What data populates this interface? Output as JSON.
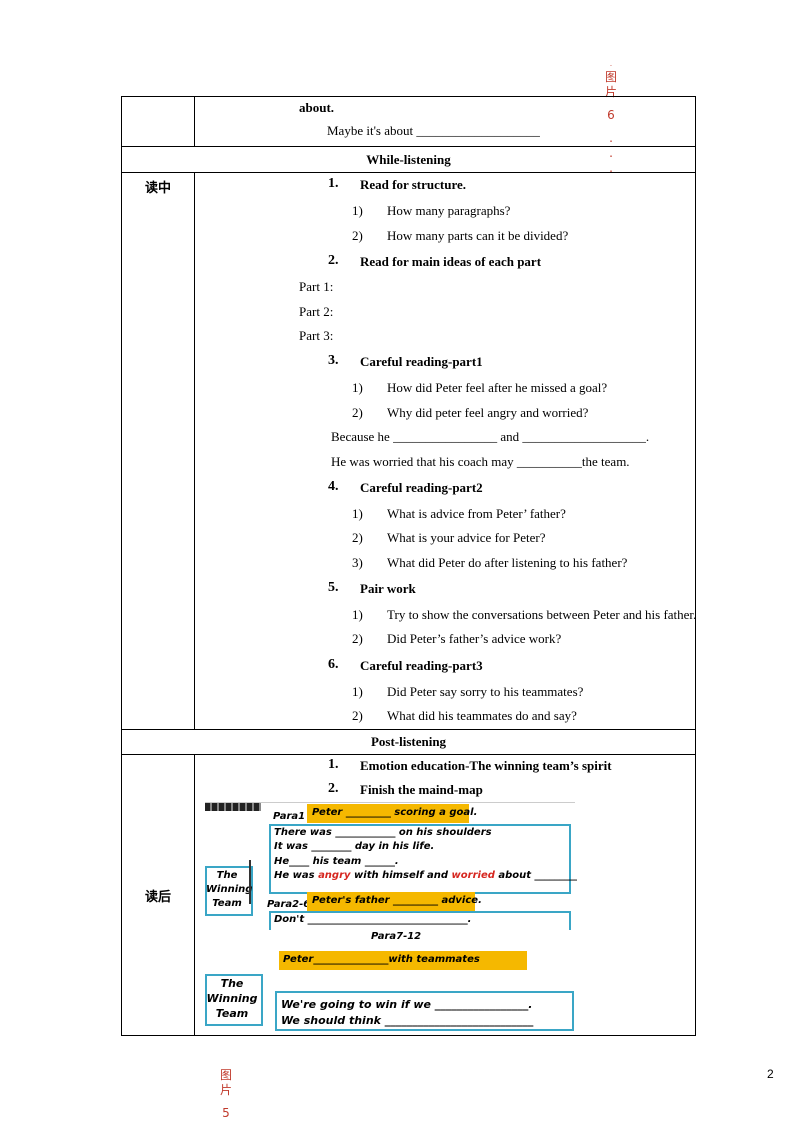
{
  "margin_notes": {
    "top_right": [
      "图",
      "片",
      "6",
      ".",
      ".",
      "."
    ],
    "bottom_left": [
      "图",
      "片",
      "5"
    ]
  },
  "page_number": "2",
  "rows": {
    "intro": {
      "line1": "about.",
      "line2": "Maybe it's about ___________________"
    },
    "while_header": "While-listening",
    "while_label": "读中",
    "while": {
      "s1_num": "1.",
      "s1_title": "Read  for structure.",
      "s1_q1_n": "1)",
      "s1_q1": "How many paragraphs?",
      "s1_q2_n": "2)",
      "s1_q2": "How many parts can it be divided?",
      "s2_num": "2.",
      "s2_title": "Read for main ideas of each part",
      "part1": "Part 1:",
      "part2": "Part 2:",
      "part3": "Part 3:",
      "s3_num": "3.",
      "s3_title": "Careful reading-part1",
      "s3_q1_n": "1)",
      "s3_q1": "How did Peter feel after he missed a goal?",
      "s3_q2_n": "2)",
      "s3_q2": "Why did peter feel angry and worried?",
      "because": "Because he ________________  and ___________________.",
      "worried": "He was worried that his coach may __________the team.",
      "s4_num": "4.",
      "s4_title": "Careful reading-part2",
      "s4_q1_n": "1)",
      "s4_q1": "What is advice from Peter’ father?",
      "s4_q2_n": "2)",
      "s4_q2": "What is your advice for Peter?",
      "s4_q3_n": "3)",
      "s4_q3": "What did Peter do after listening to his father?",
      "s5_num": "5.",
      "s5_title": "Pair work",
      "s5_q1_n": "1)",
      "s5_q1": "Try to show the conversations between Peter and his father.",
      "s5_q2_n": "2)",
      "s5_q2": "Did Peter’s father’s advice work?",
      "s6_num": "6.",
      "s6_title": "Careful reading-part3",
      "s6_q1_n": "1)",
      "s6_q1": "Did Peter say sorry to his teammates?",
      "s6_q2_n": "2)",
      "s6_q2": "What did his teammates do and say?"
    },
    "post_header": "Post-listening",
    "post_label": "读后",
    "post": {
      "p1_num": "1.",
      "p1_title": "Emotion education-The winning team’s spirit",
      "p2_num": "2.",
      "p2_title": "Finish the maind-map"
    }
  },
  "mindmap": {
    "top": {
      "center_label": "The Winning Team",
      "para1": "Para1",
      "para1_bar": "Peter _________ scoring a goal.",
      "line1": "There was ____________ on his shoulders",
      "line2": "It was ________ day in his life.",
      "line3_a": "He____ his team ______.",
      "line4_a": "He was ",
      "line4_angry": "angry",
      "line4_b": " with himself and ",
      "line4_worried": "worried",
      "line4_c": " about _________.",
      "para26": "Para2-6",
      "para26_bar": "Peter's father _________ advice.",
      "dont": "Don't ________________________________."
    },
    "bottom": {
      "para712": "Para7-12",
      "bar": "Peter_______________with teammates",
      "center_label": "The Winning Team",
      "line1": "We're going to win if we _________________.",
      "line2": "We should think ___________________________"
    },
    "colors": {
      "accent_blue": "#3aa6c6",
      "highlight": "#f5b800",
      "red": "#d6261f"
    }
  }
}
